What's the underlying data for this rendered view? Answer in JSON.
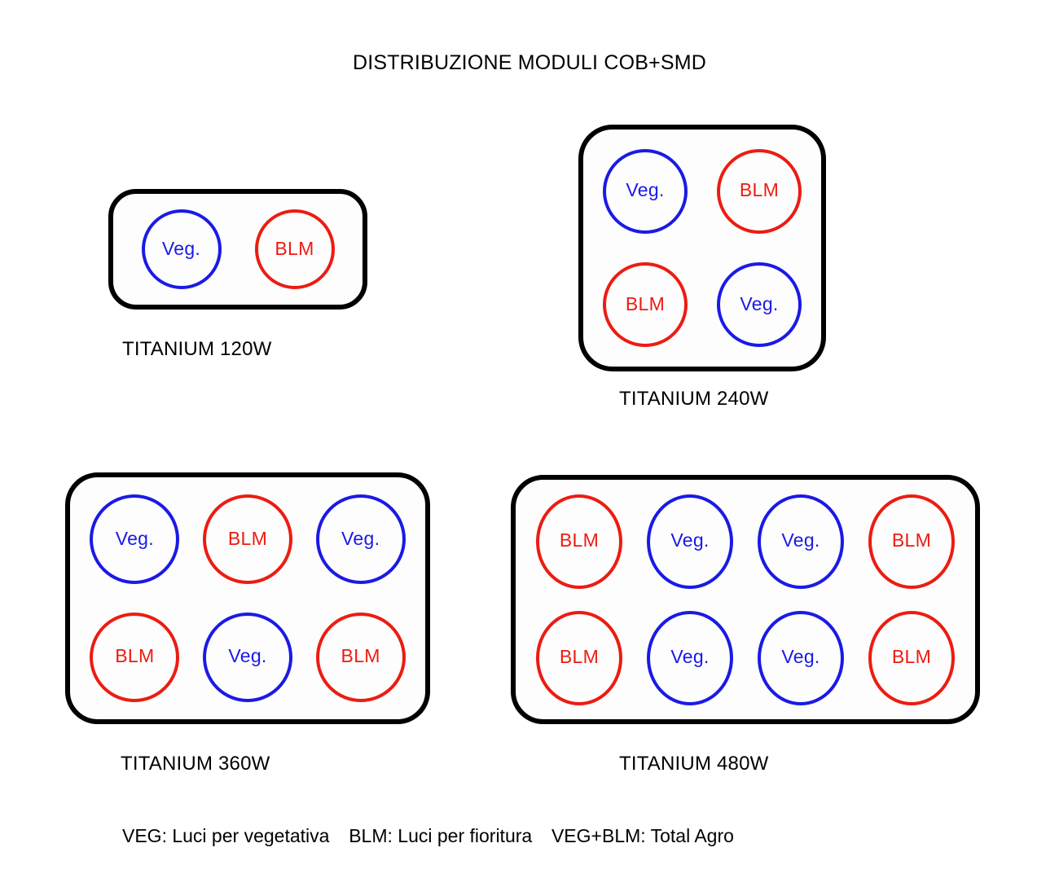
{
  "title": "DISTRIBUZIONE MODULI COB+SMD",
  "colors": {
    "veg": "#1a1ae6",
    "blm": "#ec1c12",
    "panel_border": "#000000",
    "background": "#ffffff",
    "text": "#000000"
  },
  "panels": [
    {
      "id": "titanium-120w",
      "caption": "TITANIUM 120W",
      "columns": 2,
      "rows": 1,
      "modules": [
        {
          "label": "Veg.",
          "type": "veg"
        },
        {
          "label": "BLM",
          "type": "blm"
        }
      ]
    },
    {
      "id": "titanium-240w",
      "caption": "TITANIUM 240W",
      "columns": 2,
      "rows": 2,
      "modules": [
        {
          "label": "Veg.",
          "type": "veg"
        },
        {
          "label": "BLM",
          "type": "blm"
        },
        {
          "label": "BLM",
          "type": "blm"
        },
        {
          "label": "Veg.",
          "type": "veg"
        }
      ]
    },
    {
      "id": "titanium-360w",
      "caption": "TITANIUM 360W",
      "columns": 3,
      "rows": 2,
      "modules": [
        {
          "label": "Veg.",
          "type": "veg"
        },
        {
          "label": "BLM",
          "type": "blm"
        },
        {
          "label": "Veg.",
          "type": "veg"
        },
        {
          "label": "BLM",
          "type": "blm"
        },
        {
          "label": "Veg.",
          "type": "veg"
        },
        {
          "label": "BLM",
          "type": "blm"
        }
      ]
    },
    {
      "id": "titanium-480w",
      "caption": "TITANIUM 480W",
      "columns": 4,
      "rows": 2,
      "modules": [
        {
          "label": "BLM",
          "type": "blm"
        },
        {
          "label": "Veg.",
          "type": "veg"
        },
        {
          "label": "Veg.",
          "type": "veg"
        },
        {
          "label": "BLM",
          "type": "blm"
        },
        {
          "label": "BLM",
          "type": "blm"
        },
        {
          "label": "Veg.",
          "type": "veg"
        },
        {
          "label": "Veg.",
          "type": "veg"
        },
        {
          "label": "BLM",
          "type": "blm"
        }
      ]
    }
  ],
  "legend": {
    "veg": "VEG:  Luci per vegetativa",
    "blm": "BLM: Luci per fioritura",
    "total": "VEG+BLM: Total Agro",
    "full": "VEG:  Luci per vegetativa  BLM: Luci per fioritura  VEG+BLM: Total Agro"
  }
}
